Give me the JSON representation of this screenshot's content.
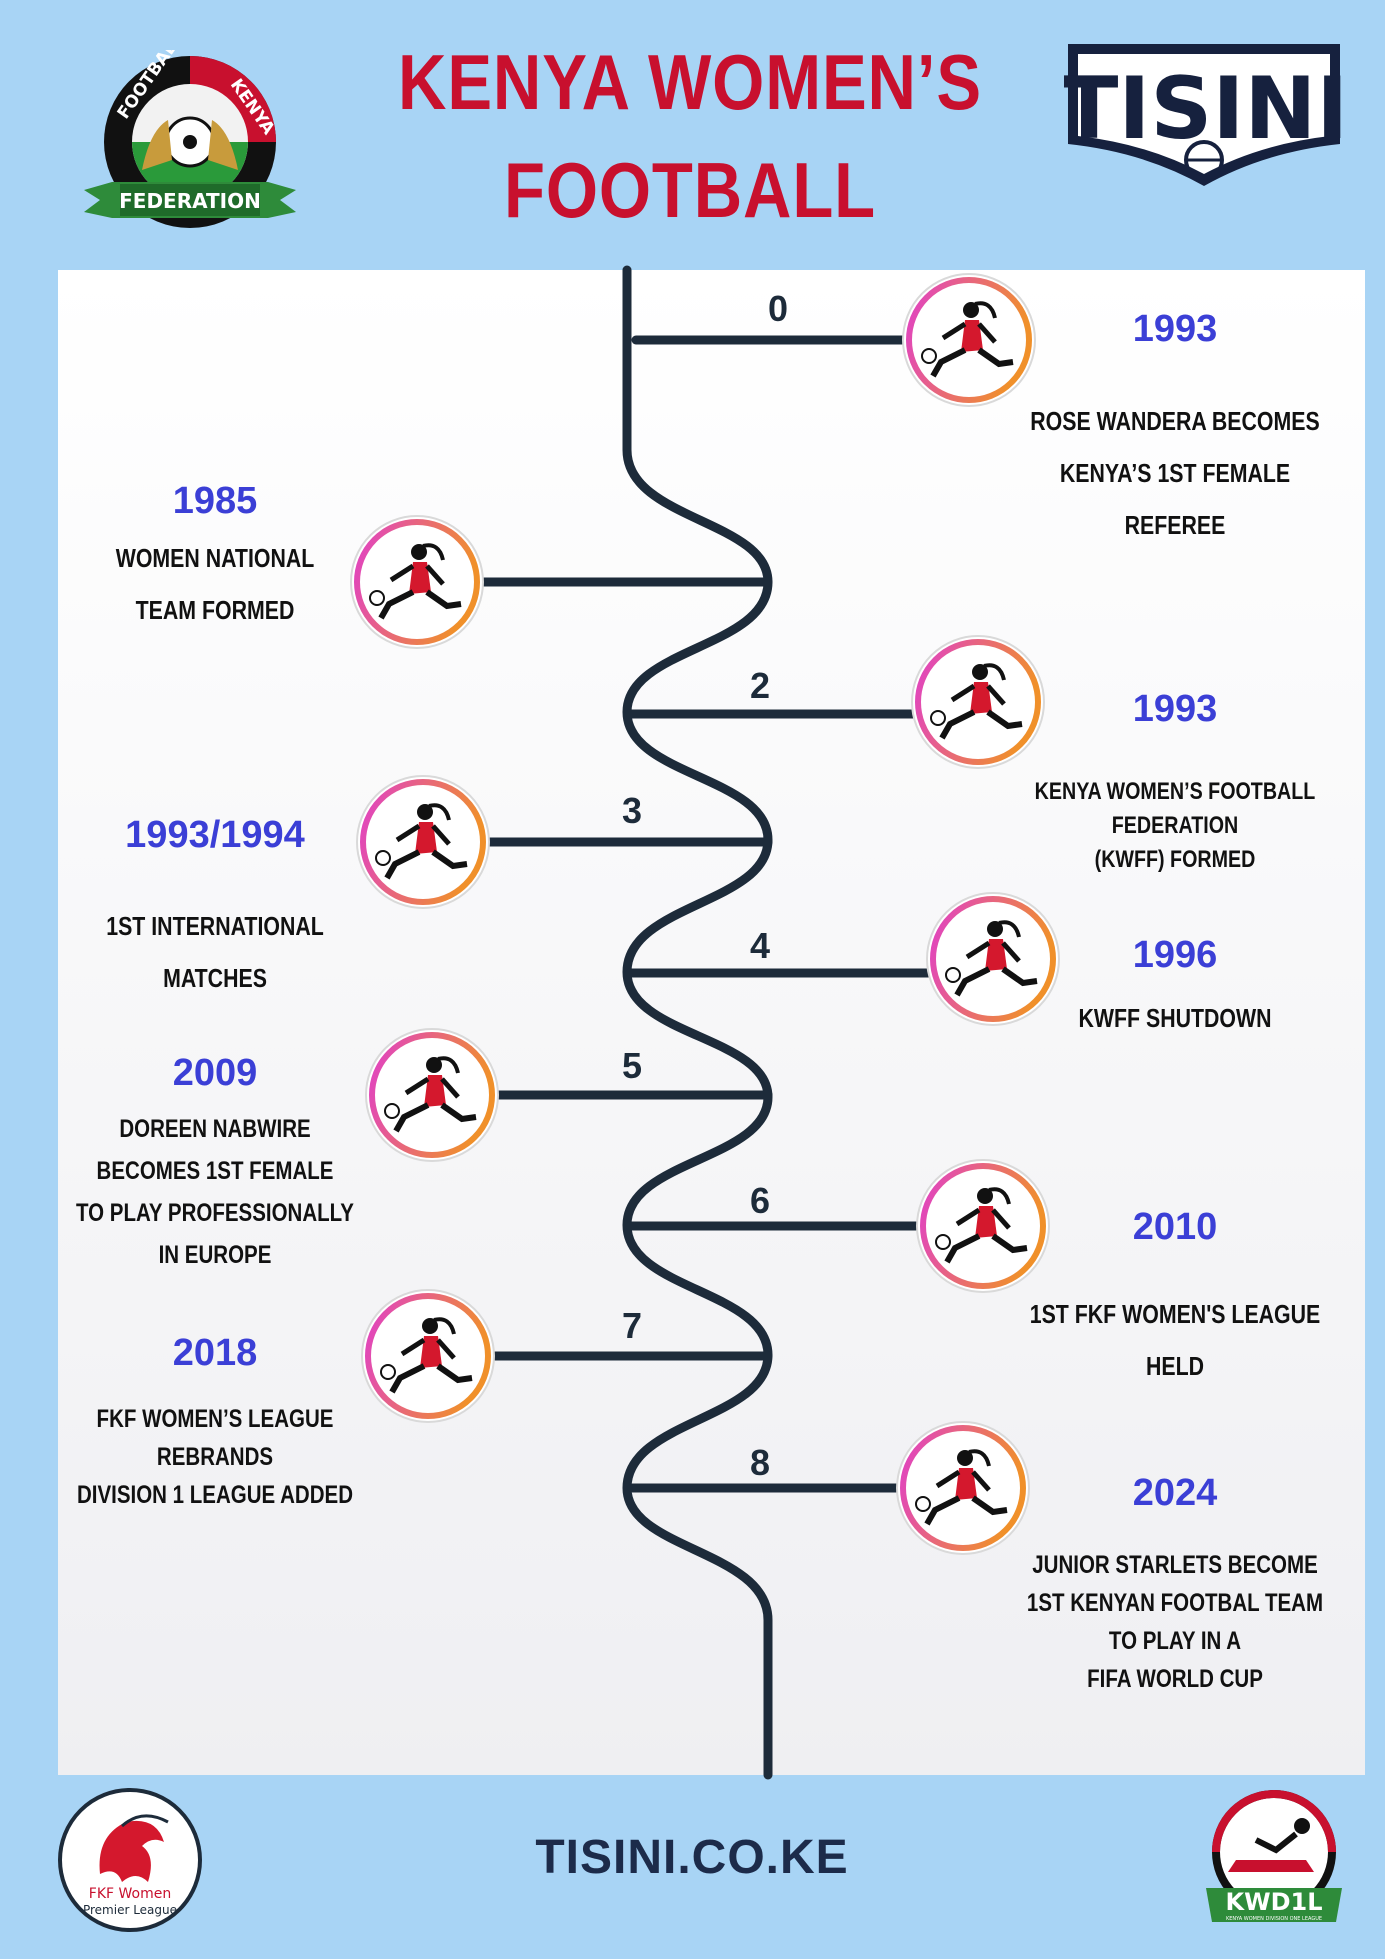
{
  "header": {
    "title_line1": "KENYA WOMEN’S",
    "title_line2": "FOOTBALL MILESTONES",
    "logo_left": {
      "text_top_left": "FOOTBALL",
      "text_top_right": "KENYA",
      "ribbon": "FEDERATION"
    },
    "logo_right": {
      "text": "TISINI"
    }
  },
  "milestones": [
    {
      "number": "0",
      "year": "1993",
      "description": "ROSE WANDERA BECOMES\nKENYA’S 1ST FEMALE\nREFEREE"
    },
    {
      "number": "",
      "year": "1985",
      "description": "WOMEN NATIONAL\nTEAM FORMED"
    },
    {
      "number": "2",
      "year": "1993",
      "description": "KENYA WOMEN’S FOOTBALL FEDERATION\n(KWFF) FORMED"
    },
    {
      "number": "3",
      "year": "1993/1994",
      "description": "1ST INTERNATIONAL MATCHES"
    },
    {
      "number": "4",
      "year": "1996",
      "description": "KWFF SHUTDOWN"
    },
    {
      "number": "5",
      "year": "2009",
      "description": "DOREEN NABWIRE\nBECOMES 1ST FEMALE\nTO PLAY PROFESSIONALLY\nIN EUROPE"
    },
    {
      "number": "6",
      "year": "2010",
      "description": "1ST FKF WOMEN'S LEAGUE  HELD"
    },
    {
      "number": "7",
      "year": "2018",
      "description": "FKF WOMEN’S LEAGUE REBRANDS\nDIVISION 1 LEAGUE ADDED"
    },
    {
      "number": "8",
      "year": "2024",
      "description": "JUNIOR STARLETS BECOME\n1ST KENYAN FOOTBAL TEAM\nTO PLAY IN A\nFIFA WORLD CUP"
    }
  ],
  "footer": {
    "website": "TISINI.CO.KE",
    "logo_left": {
      "line1": "FKF Women",
      "line2": "Premier League"
    },
    "logo_right": {
      "text": "KWD1L",
      "subtext": "KENYA WOMEN DIVISION ONE LEAGUE"
    }
  },
  "colors": {
    "background": "#a8d4f5",
    "title": "#c8102e",
    "year": "#3b3fd6",
    "line": "#1d2b3a",
    "badge_ring_start": "#e040c8",
    "badge_ring_end": "#f0902a"
  }
}
